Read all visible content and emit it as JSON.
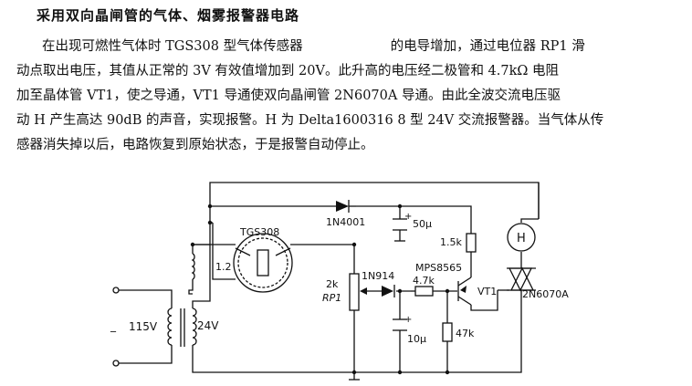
{
  "title": "采用双向晶闸管的气体、烟雾报警器电路",
  "paragraph": {
    "line1a": "在出现可燃性气体时 TGS308 型气体传感器",
    "line1b": "的电导增加，通过电位器 RP1 滑",
    "line2": "动点取出电压，其值从正常的 3V 有效值增加到 20V。此升高的电压经二极管和 4.7kΩ 电阻",
    "line3": "加至晶体管 VT1，使之导通，VT1 导通使双向晶闸管 2N6070A 导通。由此全波交流电压驱",
    "line4": "动 H 产生高达 90dB 的声音，实现报警。H 为 Delta1600316 8 型 24V 交流报警器。当气体从传",
    "line5": "感器消失掉以后，电路恢复到原始状态，于是报警自动停止。"
  },
  "schematic": {
    "sensor": "TGS308",
    "pins": "1.2",
    "primary": "115V",
    "secondary": "24V",
    "pot_value": "2k",
    "pot_name": "RP1",
    "d1": "1N4001",
    "d2": "1N914",
    "cap1": "50μ",
    "cap2": "10μ",
    "r1": "1.5k",
    "r2": "4.7k",
    "r3": "47k",
    "transistor_type": "MPS8565",
    "transistor": "VT1",
    "triac": "2N6070A",
    "alarm": "H",
    "plus": "+"
  }
}
